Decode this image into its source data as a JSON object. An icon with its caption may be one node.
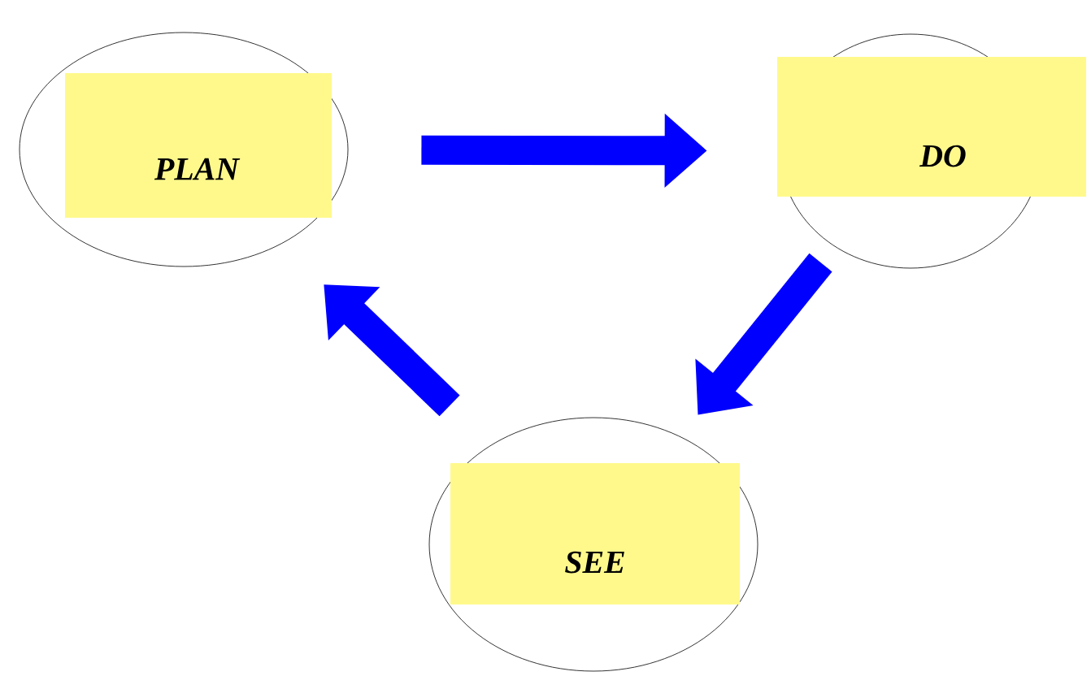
{
  "diagram": {
    "nodes": [
      {
        "text": [
          "PLAN"
        ]
      },
      {
        "text": [
          "DO"
        ]
      },
      {
        "text": [
          "SEE"
        ]
      }
    ],
    "edges": [
      {
        "from": 0,
        "to": 1,
        "arrow": "to"
      },
      {
        "from": 1,
        "to": 2,
        "arrow": "to"
      },
      {
        "from": 2,
        "to": 0,
        "arrow": "to"
      }
    ]
  }
}
